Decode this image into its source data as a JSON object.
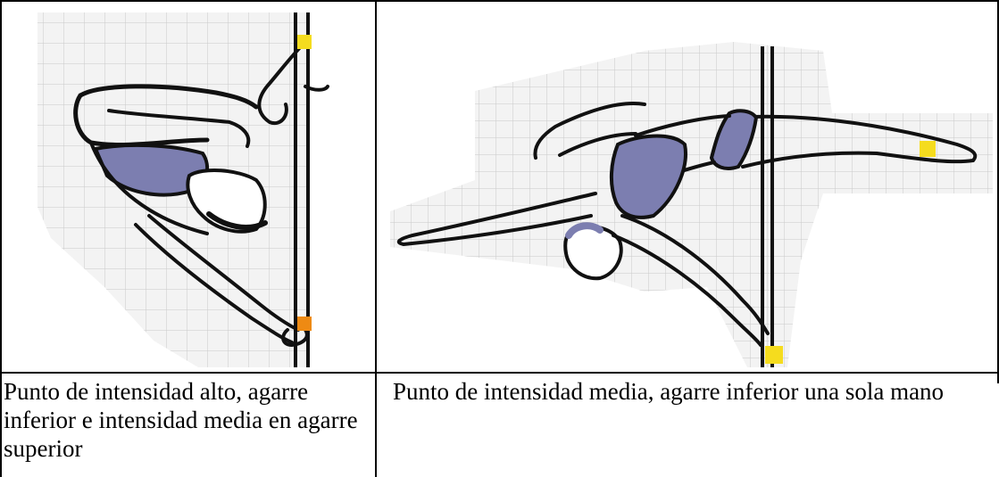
{
  "table": {
    "cells": [
      {
        "caption": "Punto de intensidad alto, agarre inferior e intensidad media en agarre superior"
      },
      {
        "caption": "Punto de intensidad media, agarre inferior una sola mano"
      }
    ]
  },
  "colors": {
    "grid_line": "#c9c9c9",
    "grid_bg": "#f3f3f3",
    "outfit": "#7c7eb0",
    "outline": "#111111",
    "marker_medium": "#f5dc1e",
    "marker_high": "#ee8a13",
    "border": "#000000"
  },
  "figures": {
    "left": {
      "pose": "inverted pole hold",
      "markers": [
        "medium-intensity-marker",
        "high-intensity-marker"
      ]
    },
    "right": {
      "pose": "extended split pole hold",
      "markers": [
        "medium-intensity-marker",
        "medium-intensity-marker"
      ]
    }
  }
}
